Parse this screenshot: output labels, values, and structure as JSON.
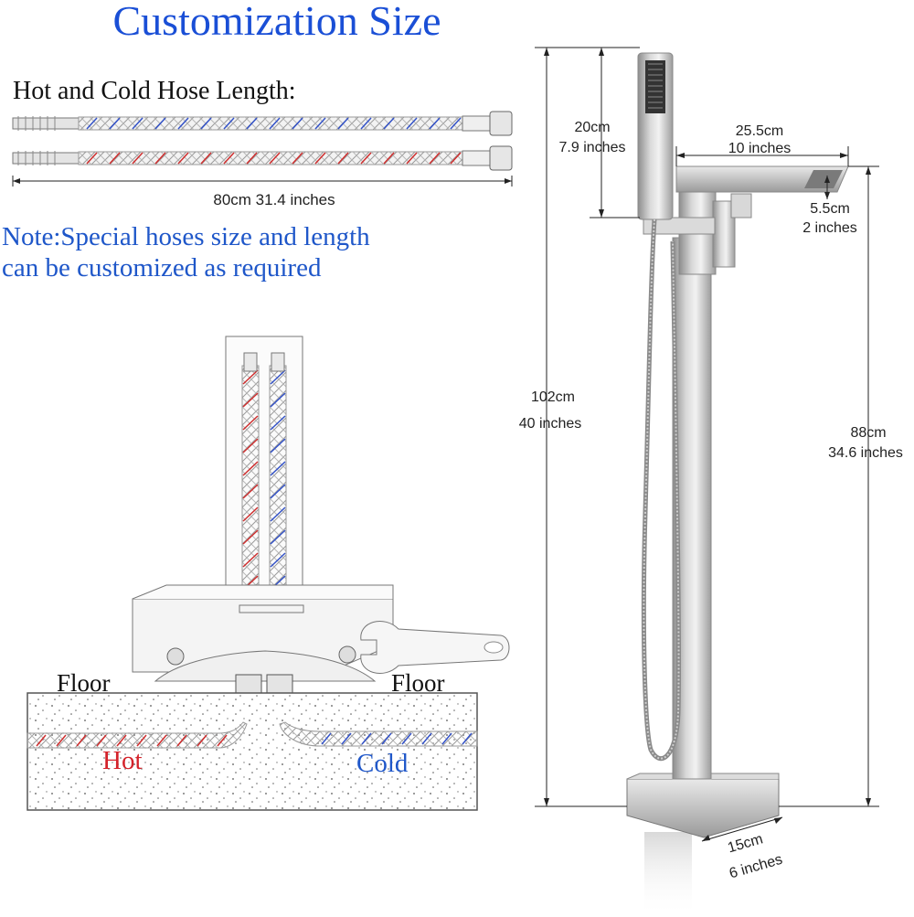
{
  "title": "Customization Size",
  "hose": {
    "heading": "Hot and Cold Hose Length:",
    "length": "80cm  31.4 inches"
  },
  "note": {
    "line1": "Note:Special hoses size and length",
    "line2": "can be customized as required"
  },
  "install": {
    "floor_left": "Floor",
    "floor_right": "Floor",
    "hot": "Hot",
    "cold": "Cold"
  },
  "dimensions": {
    "handshower_height_cm": "20cm",
    "handshower_height_in": "7.9 inches",
    "spout_reach_cm": "25.5cm",
    "spout_reach_in": "10 inches",
    "spout_width_cm": "5.5cm",
    "spout_width_in": "2 inches",
    "total_height_cm": "102cm",
    "total_height_in": "40 inches",
    "spout_height_cm": "88cm",
    "spout_height_in": "34.6 inches",
    "base_cm": "15cm",
    "base_in": "6 inches"
  },
  "colors": {
    "title_blue": "#1a4fd6",
    "hot_red": "#d4222a",
    "cold_blue": "#1f57c9"
  }
}
